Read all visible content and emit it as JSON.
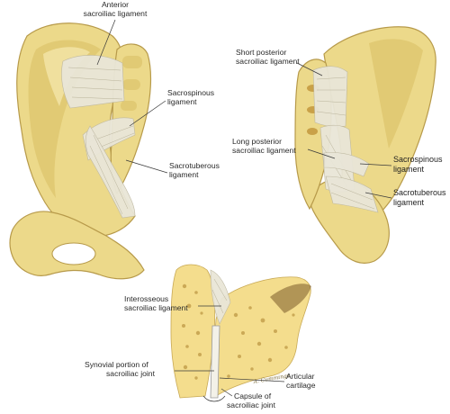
{
  "labels": {
    "anterior_sacroiliac": [
      "Anterior",
      "sacroiliac ligament"
    ],
    "sacrospinous_left": [
      "Sacrospinous",
      "ligament"
    ],
    "sacrotuberous_left": [
      "Sacrotuberous",
      "ligament"
    ],
    "short_posterior": [
      "Short posterior",
      "sacroiliac ligament"
    ],
    "long_posterior": [
      "Long posterior",
      "sacroiliac ligament"
    ],
    "sacrospinous_right": [
      "Sacrospinous",
      "ligament"
    ],
    "sacrotuberous_right": [
      "Sacrotuberous",
      "ligament"
    ],
    "interosseous": [
      "Interosseous",
      "sacroiliac ligament"
    ],
    "synovial": [
      "Synovial portion of",
      "sacroiliac joint"
    ],
    "articular_cartilage": [
      "Articular",
      "cartilage"
    ],
    "capsule": [
      "Capsule of",
      "sacroiliac joint"
    ]
  },
  "signature": "A. Cummings",
  "colors": {
    "bone": "#ecd98a",
    "ligament": "#e9e6d8",
    "label": "#2a2a2a"
  }
}
